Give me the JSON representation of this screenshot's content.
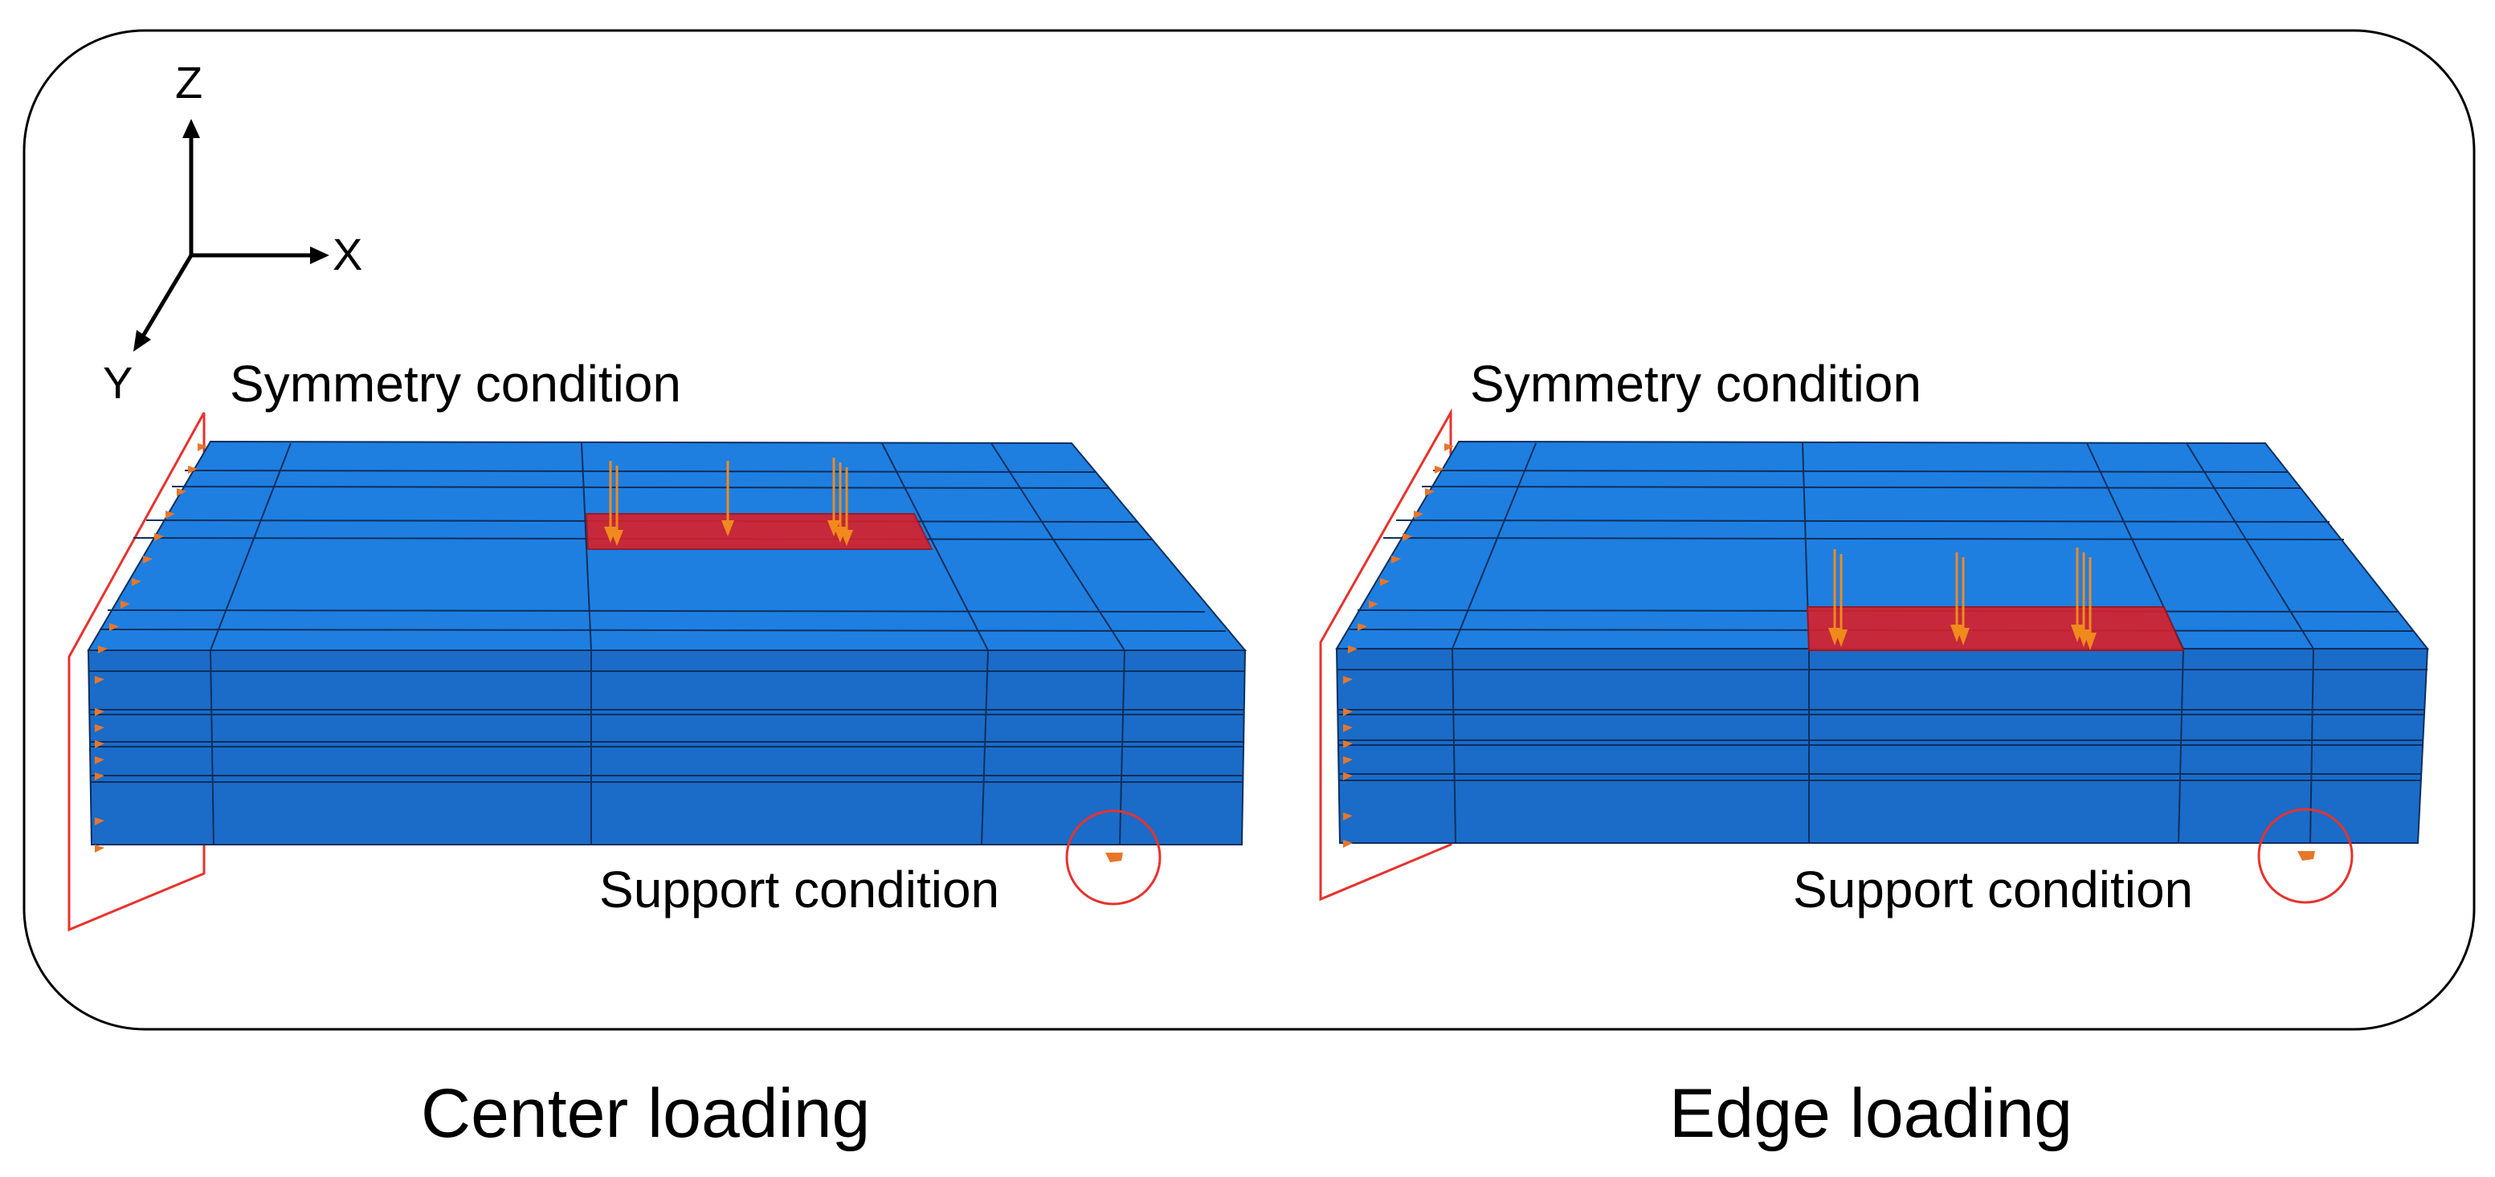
{
  "axes": {
    "z_label": "Z",
    "x_label": "X",
    "y_label": "Y"
  },
  "panels": [
    {
      "symmetry_label": "Symmetry condition",
      "support_label": "Support condition",
      "caption": "Center loading"
    },
    {
      "symmetry_label": "Symmetry condition",
      "support_label": "Support condition",
      "caption": "Edge loading"
    }
  ],
  "colors": {
    "plate_top": "#1e7fe0",
    "plate_front": "#1a6cc8",
    "load_patch": "#d8202a",
    "load_arrow": "#f08a1c",
    "boundary_marker": "#e8762a",
    "highlight_outline": "#e8322e"
  }
}
